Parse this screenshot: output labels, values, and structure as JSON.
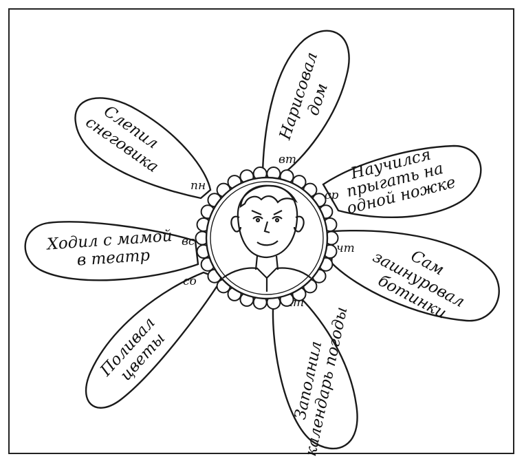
{
  "petals": [
    {
      "day": "пн",
      "lines": [
        "Слепил",
        "снеговика"
      ]
    },
    {
      "day": "вт",
      "lines": [
        "Нарисовал",
        "дом"
      ]
    },
    {
      "day": "ср",
      "lines": [
        "Научился",
        "прыгать на",
        "одной ножке"
      ]
    },
    {
      "day": "чт",
      "lines": [
        "Сам",
        "зашнуровал",
        "ботинки"
      ]
    },
    {
      "day": "пт",
      "lines": [
        "Заполнил",
        "календарь погоды"
      ]
    },
    {
      "day": "сб",
      "lines": [
        "Поливал",
        "цветы"
      ]
    },
    {
      "day": "вс",
      "lines": [
        "Ходил с мамой",
        "в театр"
      ]
    }
  ],
  "center": {
    "icon": "boy-face-icon"
  }
}
